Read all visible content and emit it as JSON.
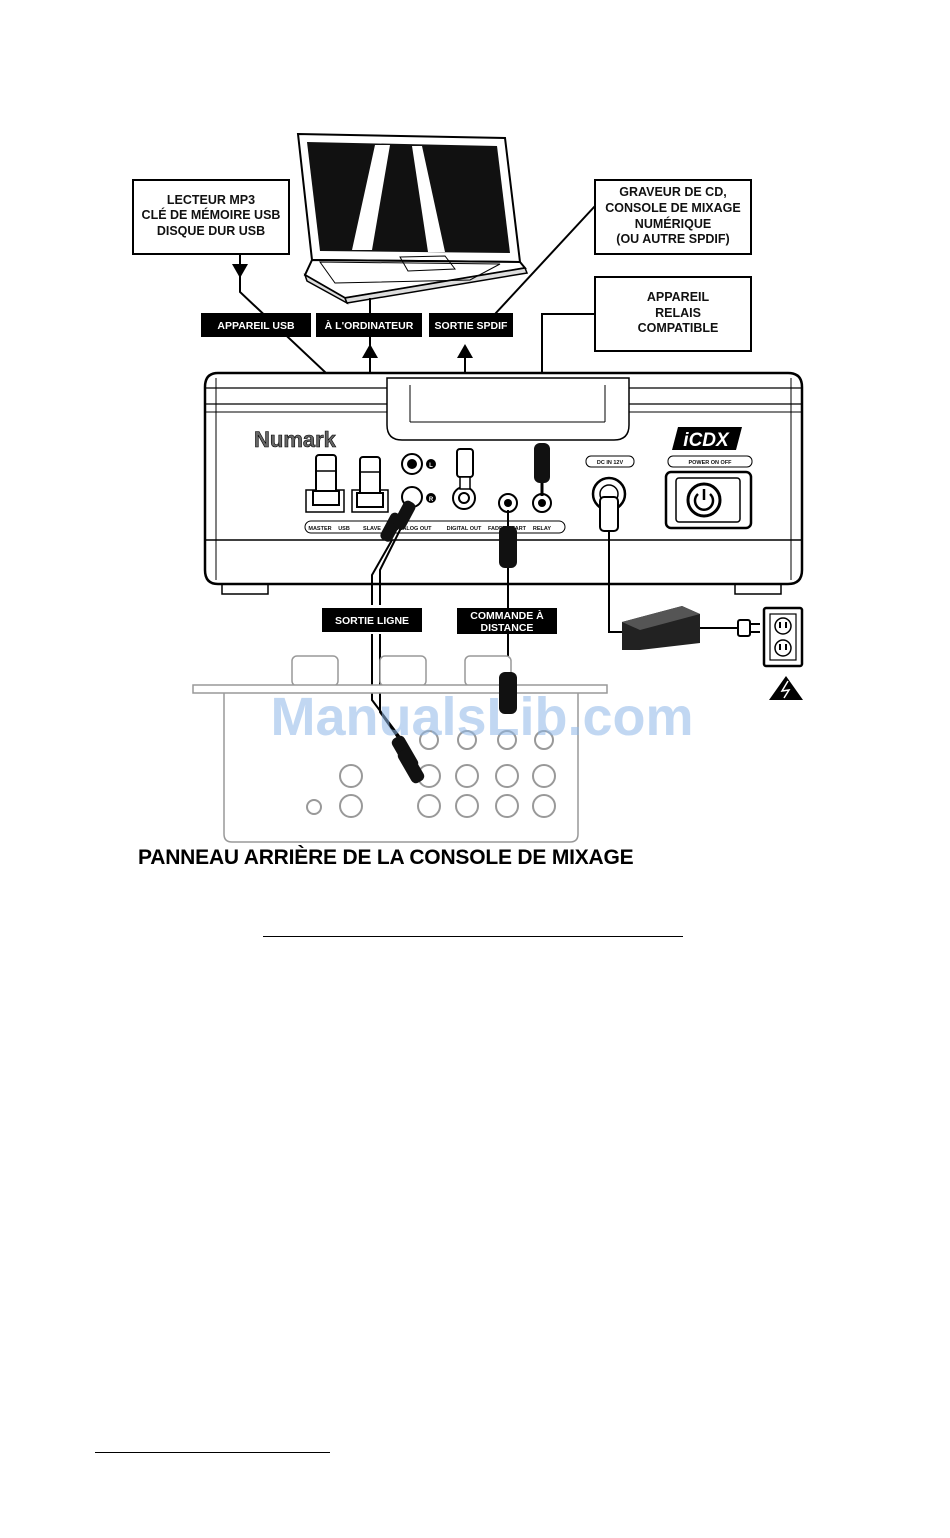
{
  "boxes": {
    "mp3": [
      "LECTEUR MP3",
      "CLÉ DE MÉMOIRE USB",
      "DISQUE DUR USB"
    ],
    "spdif_device": [
      "GRAVEUR DE CD,",
      "CONSOLE DE MIXAGE",
      "NUMÉRIQUE",
      "(OU AUTRE SPDIF)"
    ],
    "relay_device": [
      "APPAREIL",
      "RELAIS",
      "COMPATIBLE"
    ]
  },
  "tags": {
    "usb_device": "APPAREIL USB",
    "to_computer": "À L'ORDINATEUR",
    "spdif_out": "SORTIE SPDIF",
    "line_out": "SORTIE LIGNE",
    "remote": [
      "COMMANDE À",
      "DISTANCE"
    ]
  },
  "panel": {
    "brand": "Numark",
    "model": "iCDX",
    "dc_label": "DC IN 12V",
    "power_label": "POWER  ON     OFF",
    "jack_l": "L",
    "jack_r": "R",
    "port_labels": [
      "MASTER",
      "USB",
      "SLAVE",
      "ANALOG OUT",
      "DIGITAL OUT",
      "FADER START",
      "RELAY"
    ]
  },
  "caption": "PANNEAU ARRIÈRE DE LA CONSOLE DE MIXAGE",
  "watermark": "ManualsLib.com"
}
